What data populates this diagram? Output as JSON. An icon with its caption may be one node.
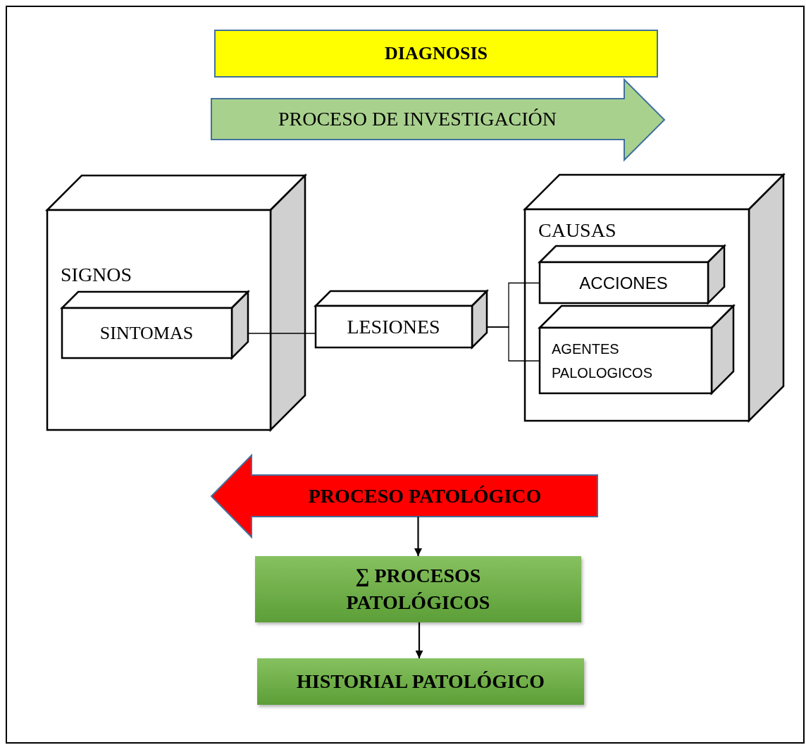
{
  "diagram": {
    "nodes": [
      {
        "text": [
          "DIAGNOSIS"
        ]
      },
      {
        "text": [
          "PROCESO DE INVESTIGACIÓN"
        ]
      },
      {
        "text": [
          "SIGNOS"
        ]
      },
      {
        "text": [
          "SINTOMAS"
        ],
        "in": 2
      },
      {
        "text": [
          "LESIONES"
        ]
      },
      {
        "text": [
          "CAUSAS"
        ]
      },
      {
        "text": [
          "ACCIONES"
        ],
        "in": 5
      },
      {
        "text": [
          "AGENTES PALOLOGICOS"
        ],
        "in": 5
      },
      {
        "text": [
          "PROCESO PATOLÓGICO"
        ]
      },
      {
        "text": [
          "∑ PROCESOS PATOLÓGICOS"
        ]
      },
      {
        "text": [
          "HISTORIAL PATOLÓGICO"
        ]
      }
    ],
    "edges": [
      {
        "from": 3,
        "to": 4,
        "arrow": "none"
      },
      {
        "from": 4,
        "to": 6,
        "arrow": "none"
      },
      {
        "from": 4,
        "to": 7,
        "arrow": "none"
      },
      {
        "from": 8,
        "to": 9,
        "arrow": "to"
      },
      {
        "from": 9,
        "to": 10,
        "arrow": "to"
      }
    ]
  }
}
